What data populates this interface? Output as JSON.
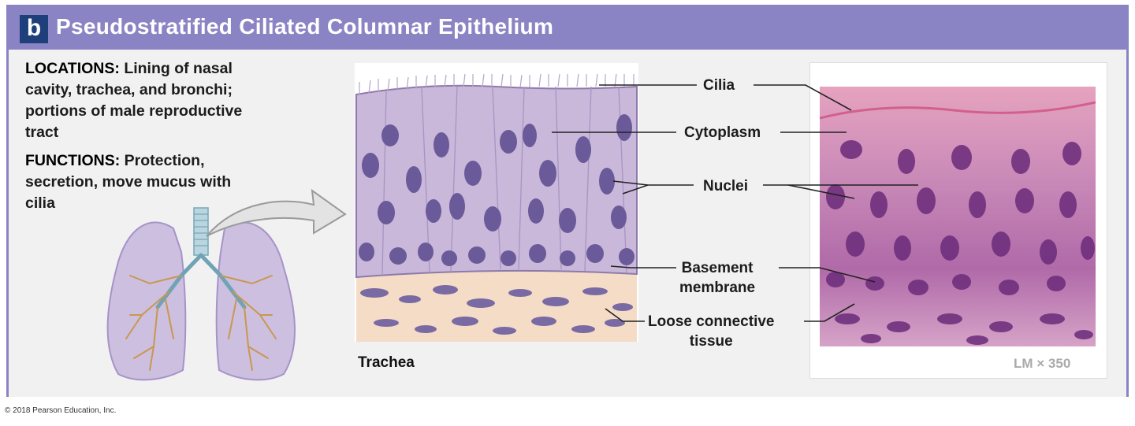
{
  "header": {
    "letter": "b",
    "title": "Pseudostratified Ciliated Columnar Epithelium"
  },
  "info": {
    "locations_heading": "LOCATIONS:",
    "locations_text": "Lining of nasal cavity, trachea, and bronchi; portions of male reproductive tract",
    "functions_heading": "FUNCTIONS:",
    "functions_text": "Protection, secretion, move mucus with cilia"
  },
  "labels": {
    "cilia": "Cilia",
    "cytoplasm": "Cytoplasm",
    "nuclei": "Nuclei",
    "basement_line1": "Basement",
    "basement_line2": "membrane",
    "loose_line1": "Loose connective",
    "loose_line2": "tissue",
    "trachea": "Trachea",
    "magnification": "LM × 350"
  },
  "copyright": "© 2018 Pearson Education, Inc.",
  "colors": {
    "header": "#8a84c4",
    "letter_box": "#1f3f7a",
    "panel": "#f1f1f1"
  }
}
